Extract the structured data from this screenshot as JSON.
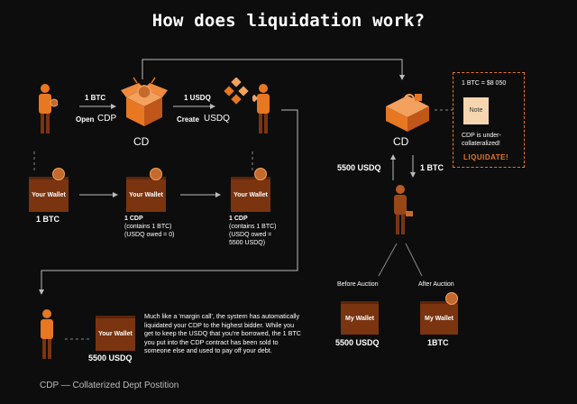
{
  "title": "How does liquidation work?",
  "flow_top": {
    "btc_label": "1 BTC",
    "open_label": "Open",
    "open_cdp": "CDP",
    "cdp1": "CD",
    "usdq_label": "1 USDQ",
    "create_label": "Create",
    "create_usdq": "USDQ"
  },
  "wallets": [
    {
      "label": "Your Wallet",
      "caption": [
        "1 BTC"
      ]
    },
    {
      "label": "Your Wallet",
      "caption": [
        "1 CDP",
        "(contains 1 BTC)",
        "(USDQ owed = 0)"
      ]
    },
    {
      "label": "Your Wallet",
      "caption": [
        "1 CDP",
        "(contains 1 BTC)",
        "(USDQ owed =",
        "5500 USDQ)"
      ]
    }
  ],
  "right": {
    "cdp_label": "CD",
    "price": "1 BTC = $8 050",
    "note": "Note",
    "note_text": [
      "CDP is under-",
      "collateralized!"
    ],
    "liquidate": "LIQUIDATE!",
    "left_arrow_label": "5500 USDQ",
    "right_arrow_label": "1 BTC",
    "before": "Before Auction",
    "after": "After Auction",
    "before_wallet": "My Wallet",
    "after_wallet": "My Wallet",
    "before_amount": "5500 USDQ",
    "after_amount": "1BTC"
  },
  "bottom": {
    "wallet": "Your Wallet",
    "amount": "5500 USDQ",
    "paragraph": [
      "Much like a 'margin call', the system has automatically",
      "liquidated your CDP to the highest bidder. While you",
      "get to keep the USDQ that you're borrowed, the 1 BTC",
      "you put into the CDP contract has been sold to",
      "someone else and used to pay off your debt."
    ],
    "footnote": "CDP — Collaterized Dept Postition"
  },
  "colors": {
    "accent": "#e87722",
    "wallet": "#7a3410",
    "bg": "#0d0d0d"
  }
}
